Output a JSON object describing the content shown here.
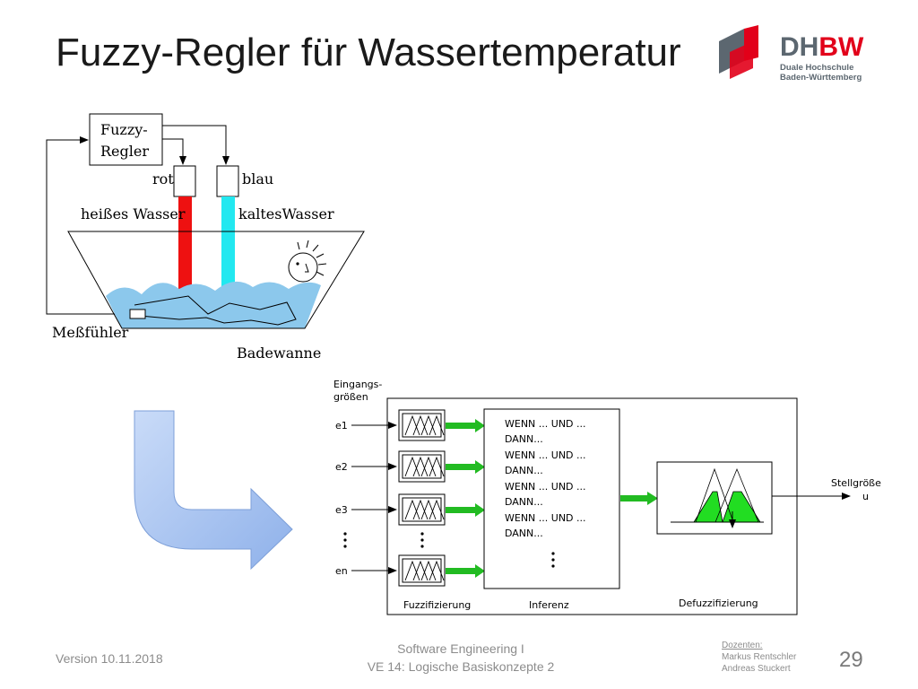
{
  "slide": {
    "title": "Fuzzy-Regler für Wassertemperatur"
  },
  "logo": {
    "brand_a": "DH",
    "brand_b": "BW",
    "line1": "Duale Hochschule",
    "line2": "Baden-Württemberg"
  },
  "bath": {
    "controller_line1": "Fuzzy-",
    "controller_line2": "Regler",
    "valve_red": "rot",
    "valve_blue": "blau",
    "hot_water": "heißes Wasser",
    "cold_water": "kaltesWasser",
    "sensor": "Meßfühler",
    "tub": "Badewanne"
  },
  "block": {
    "inputs_title_1": "Eingangs-",
    "inputs_title_2": "größen",
    "inputs": [
      "e1",
      "e2",
      "e3",
      "en"
    ],
    "rules": [
      "WENN ... UND ...",
      "DANN...",
      "WENN ... UND ...",
      "DANN...",
      "WENN ... UND ...",
      "DANN...",
      "WENN ... UND ...",
      "DANN..."
    ],
    "fuzzification": "Fuzzifizierung",
    "inference": "Inferenz",
    "defuzzification": "Defuzzifizierung",
    "output_1": "Stellgröße",
    "output_2": "u"
  },
  "footer": {
    "version": "Version 10.11.2018",
    "course_1": "Software Engineering I",
    "course_2": "VE 14: Logische Basiskonzepte 2",
    "lecturers_label": "Dozenten:",
    "lecturer_1": "Markus Rentschler",
    "lecturer_2": "Andreas Stuckert",
    "page": "29"
  },
  "colors": {
    "water": "#8cc8ec",
    "hot_pipe": "#ee1111",
    "cold_pipe": "#22e8f0",
    "arrow_green": "#22bb22",
    "big_arrow": "#a9c4f0",
    "accent_red": "#e2001a"
  }
}
